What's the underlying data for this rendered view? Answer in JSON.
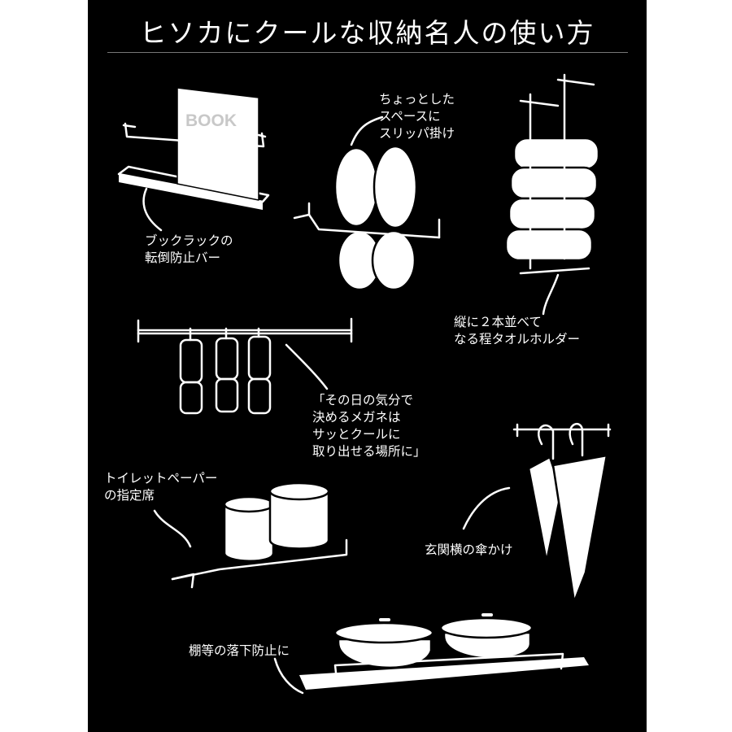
{
  "title": "ヒソカにクールな収納名人の使い方",
  "book_cover_text": "BOOK",
  "labels": {
    "book": [
      "ブックラックの",
      "転倒防止バー"
    ],
    "slippers": [
      "ちょっとした",
      "スペースに",
      "スリッパ掛け"
    ],
    "towel": [
      "縦に２本並べて",
      "なる程タオルホルダー"
    ],
    "glasses": [
      "「その日の気分で",
      "決めるメガネは",
      "サッとクールに",
      "取り出せる場所に」"
    ],
    "toilet": [
      "トイレットペーパー",
      "の指定席"
    ],
    "umbrella": [
      "玄関横の傘かけ"
    ],
    "shelf": [
      "棚等の落下防止に"
    ]
  },
  "colors": {
    "background": "#000000",
    "ink": "#ffffff",
    "book_text": "#c8c8c8"
  }
}
